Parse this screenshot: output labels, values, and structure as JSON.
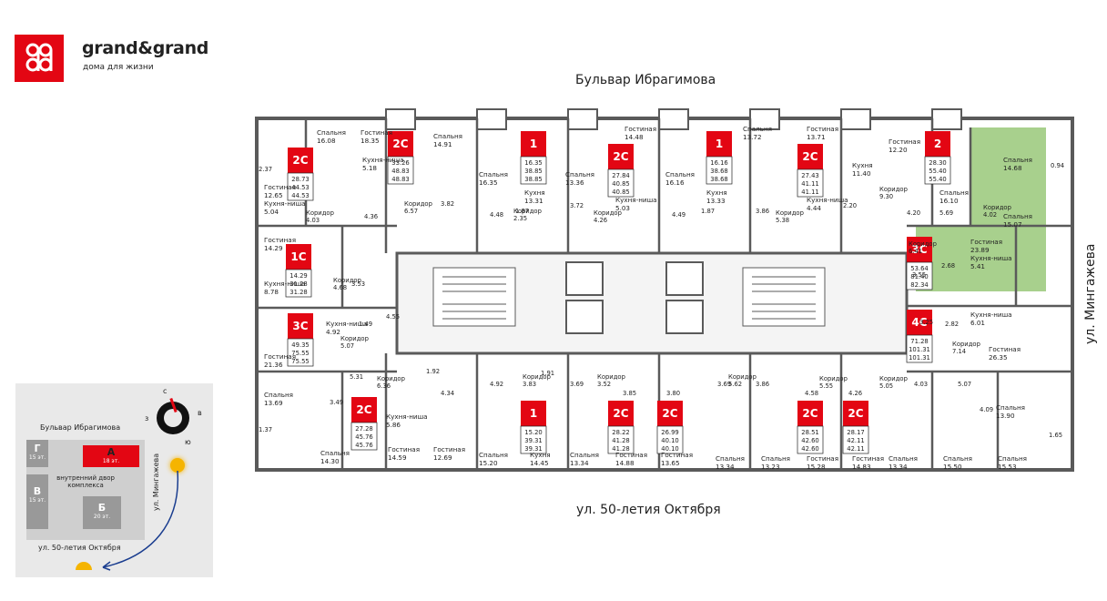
{
  "brand": {
    "name": "grand&grand",
    "tagline": "дома для жизни"
  },
  "streets": {
    "top": "Бульвар Ибрагимова",
    "bottom": "ул. 50-летия Октября",
    "right": "ул. Мингажева"
  },
  "plan": {
    "apartments": [
      {
        "id": "a1",
        "type": "2C",
        "total": "28.73",
        "a": "44.53",
        "b": "44.53"
      },
      {
        "id": "a2",
        "type": "2C",
        "total": "33.26",
        "a": "48.83",
        "b": "48.83"
      },
      {
        "id": "a3",
        "type": "1",
        "total": "16.35",
        "a": "38.85",
        "b": "38.85"
      },
      {
        "id": "a4",
        "type": "2C",
        "total": "27.84",
        "a": "40.85",
        "b": "40.85"
      },
      {
        "id": "a5",
        "type": "1",
        "total": "16.16",
        "a": "38.68",
        "b": "38.68"
      },
      {
        "id": "a6",
        "type": "2C",
        "total": "27.43",
        "a": "41.11",
        "b": "41.11"
      },
      {
        "id": "a7",
        "type": "2",
        "total": "28.30",
        "a": "55.40",
        "b": "55.40"
      },
      {
        "id": "a8",
        "type": "1C",
        "total": "14.29",
        "a": "31.28",
        "b": "31.28"
      },
      {
        "id": "a9",
        "type": "3C",
        "total": "49.35",
        "a": "75.55",
        "b": "75.55"
      },
      {
        "id": "a10",
        "type": "3C",
        "total": "53.64",
        "a": "81.40",
        "b": "82.34"
      },
      {
        "id": "a11",
        "type": "4C",
        "total": "71.28",
        "a": "101.31",
        "b": "101.31"
      },
      {
        "id": "a12",
        "type": "2C",
        "total": "27.28",
        "a": "45.76",
        "b": "45.76"
      },
      {
        "id": "a13",
        "type": "1",
        "total": "15.20",
        "a": "39.31",
        "b": "39.31"
      },
      {
        "id": "a14",
        "type": "2C",
        "total": "28.22",
        "a": "41.28",
        "b": "41.28"
      },
      {
        "id": "a15",
        "type": "2C",
        "total": "26.99",
        "a": "40.10",
        "b": "40.10"
      },
      {
        "id": "a16",
        "type": "2C",
        "total": "28.51",
        "a": "42.60",
        "b": "42.60"
      },
      {
        "id": "a17",
        "type": "2C",
        "total": "28.17",
        "a": "42.11",
        "b": "42.11"
      }
    ],
    "rooms": [
      {
        "t": "Спальня",
        "v": "16.08"
      },
      {
        "t": "Гостиная",
        "v": "18.35"
      },
      {
        "t": "Спальня",
        "v": "14.91"
      },
      {
        "t": "Гостиная",
        "v": "14.48"
      },
      {
        "t": "Спальня",
        "v": "13.72"
      },
      {
        "t": "Гостиная",
        "v": "13.71"
      },
      {
        "t": "Гостиная",
        "v": "12.65"
      },
      {
        "t": "Кухня-ниша",
        "v": "5.04"
      },
      {
        "t": "Кухня-ниша",
        "v": "5.18"
      },
      {
        "t": "Спальня",
        "v": "16.35"
      },
      {
        "t": "Спальня",
        "v": "13.36"
      },
      {
        "t": "Спальня",
        "v": "16.16"
      },
      {
        "t": "Кухня",
        "v": "11.40"
      },
      {
        "t": "Гостиная",
        "v": "12.20"
      },
      {
        "t": "Спальня",
        "v": "14.68"
      },
      {
        "t": "Спальня",
        "v": "15.07"
      },
      {
        "t": "Гостиная",
        "v": "14.29"
      },
      {
        "t": "Кухня-ниша",
        "v": "8.78"
      },
      {
        "t": "Кухня-ниша",
        "v": "4.92"
      },
      {
        "t": "Гостиная",
        "v": "21.36"
      },
      {
        "t": "Гостиная",
        "v": "23.89"
      },
      {
        "t": "Кухня-ниша",
        "v": "5.41"
      },
      {
        "t": "Кухня-ниша",
        "v": "6.01"
      },
      {
        "t": "Гостиная",
        "v": "26.35"
      },
      {
        "t": "Спальня",
        "v": "13.69"
      },
      {
        "t": "Кухня-ниша",
        "v": "5.86"
      },
      {
        "t": "Спальня",
        "v": "14.30"
      },
      {
        "t": "Гостиная",
        "v": "14.59"
      },
      {
        "t": "Гостиная",
        "v": "12.69"
      },
      {
        "t": "Спальня",
        "v": "15.20"
      },
      {
        "t": "Кухня",
        "v": "14.45"
      },
      {
        "t": "Спальня",
        "v": "13.34"
      },
      {
        "t": "Гостиная",
        "v": "14.88"
      },
      {
        "t": "Гостиная",
        "v": "13.65"
      },
      {
        "t": "Спальня",
        "v": "13.34"
      },
      {
        "t": "Спальня",
        "v": "13.23"
      },
      {
        "t": "Гостиная",
        "v": "15.28"
      },
      {
        "t": "Гостиная",
        "v": "14.83"
      },
      {
        "t": "Спальня",
        "v": "13.34"
      },
      {
        "t": "Спальня",
        "v": "15.50"
      },
      {
        "t": "Спальня",
        "v": "15.53"
      },
      {
        "t": "Спальня",
        "v": "13.90"
      },
      {
        "t": "Кухня",
        "v": "13.31"
      },
      {
        "t": "Кухня",
        "v": "13.33"
      },
      {
        "t": "Кухня-ниша",
        "v": "5.03"
      },
      {
        "t": "Кухня-ниша",
        "v": "4.44"
      },
      {
        "t": "Спальня",
        "v": "16.10"
      }
    ],
    "corridors": [
      {
        "t": "Коридор",
        "v": "4.03"
      },
      {
        "t": "Коридор",
        "v": "6.57"
      },
      {
        "t": "Коридор",
        "v": "9.30"
      },
      {
        "t": "Коридор",
        "v": "6.41"
      },
      {
        "t": "Коридор",
        "v": "5.07"
      },
      {
        "t": "Коридор",
        "v": "7.14"
      },
      {
        "t": "Коридор",
        "v": "6.36"
      },
      {
        "t": "Коридор",
        "v": "4.68"
      },
      {
        "t": "Коридор",
        "v": "2.35"
      },
      {
        "t": "Коридор",
        "v": "4.26"
      },
      {
        "t": "Коридор",
        "v": "5.38"
      },
      {
        "t": "Коридор",
        "v": "4.02"
      },
      {
        "t": "Коридор",
        "v": "3.83"
      },
      {
        "t": "Коридор",
        "v": "3.52"
      },
      {
        "t": "Коридор",
        "v": "5.62"
      },
      {
        "t": "Коридор",
        "v": "5.55"
      },
      {
        "t": "Коридор",
        "v": "5.05"
      }
    ],
    "small": [
      "2.37",
      "4.36",
      "3.82",
      "4.48",
      "1.87",
      "3.72",
      "4.49",
      "1.87",
      "3.86",
      "2.20",
      "4.20",
      "5.69",
      "0.94",
      "3.53",
      "1.49",
      "4.55",
      "3.55",
      "2.68",
      "3.25",
      "2.82",
      "5.31",
      "1.92",
      "4.34",
      "4.92",
      "1.91",
      "3.69",
      "3.85",
      "3.80",
      "3.69",
      "3.86",
      "4.58",
      "4.26",
      "4.03",
      "5.07",
      "4.09",
      "3.49",
      "1.37",
      "1.65"
    ]
  },
  "site_map": {
    "top_street": "Бульвар Ибрагимова",
    "bottom_street": "ул. 50-летия Октября",
    "side_street": "ул. Мингажева",
    "courtyard": "внутренний двор комплекса",
    "buildings": [
      {
        "letter": "Г",
        "floors": "15 эт."
      },
      {
        "letter": "А",
        "floors": "18 эт."
      },
      {
        "letter": "В",
        "floors": "15 эт."
      },
      {
        "letter": "Б",
        "floors": "20 эт."
      }
    ],
    "compass": {
      "n": "с",
      "e": "в",
      "s": "ю",
      "w": "з"
    }
  },
  "colors": {
    "brand_red": "#e30613",
    "highlight_green": "#a8d08d",
    "wall": "#5a5a5a",
    "map_bg": "#e9e9e9"
  }
}
